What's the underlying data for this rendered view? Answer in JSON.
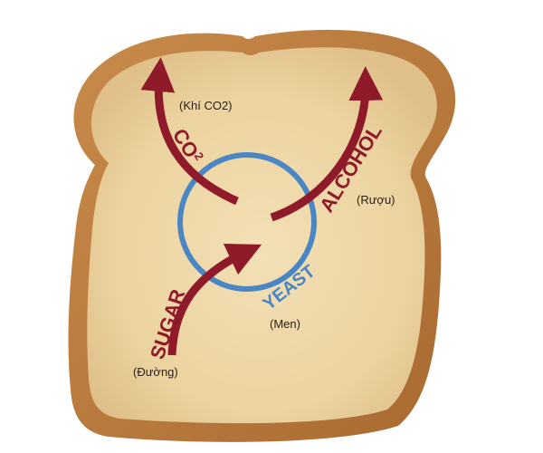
{
  "labels": {
    "co2": "CO",
    "co2_sup": "2",
    "co2_note": "(Khí CO2)",
    "alcohol": "ALCOHOL",
    "alcohol_note": "(Rượu)",
    "yeast": "YEAST",
    "yeast_note": "(Men)",
    "sugar": "SUGAR",
    "sugar_note": "(Đường)"
  },
  "colors": {
    "arrow": "#8e1a2a",
    "yeast_circle": "#4a86c4",
    "crust": "#b77b3d",
    "crumb": "#efd8a8"
  }
}
